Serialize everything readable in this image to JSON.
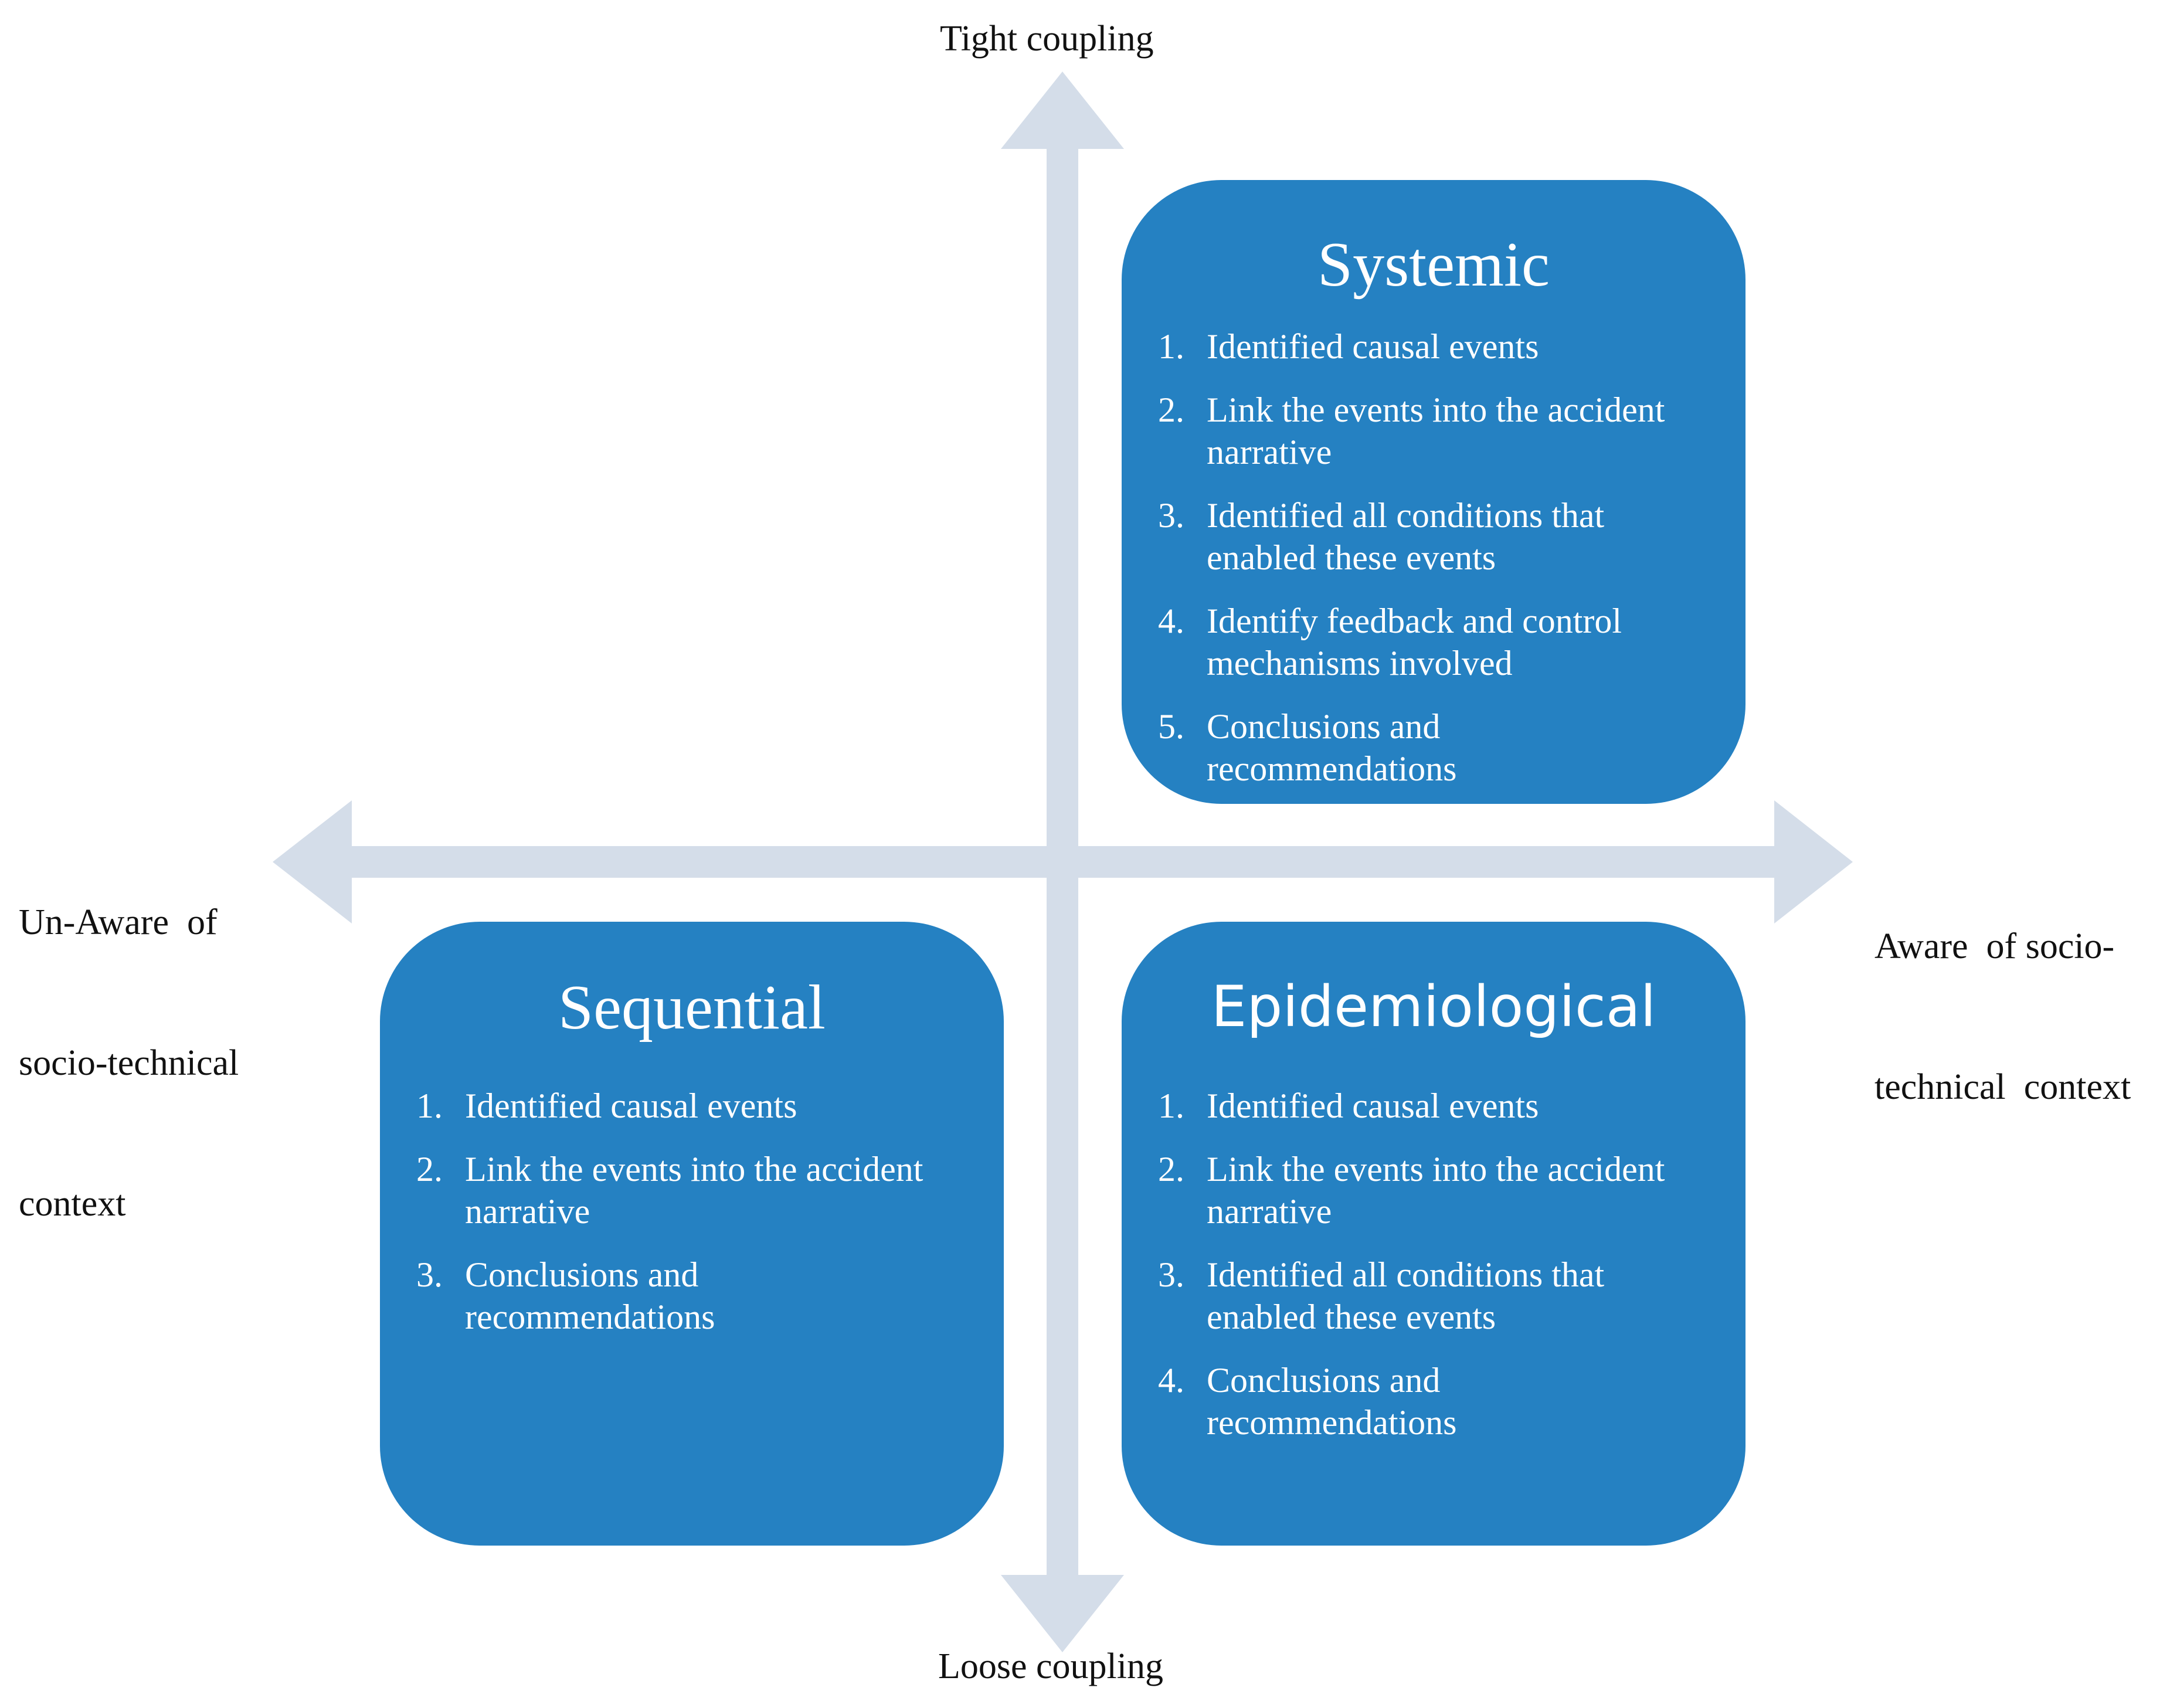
{
  "axes": {
    "top_label": "Tight coupling",
    "bottom_label": "Loose coupling",
    "left_label_lines": [
      "Un-Aware  of",
      "socio-technical",
      "context"
    ],
    "right_label_lines": [
      "Aware  of socio-",
      "technical  context"
    ],
    "color": "#d4dde9"
  },
  "quadrants": {
    "systemic": {
      "title": "Systemic",
      "steps": [
        {
          "num": "1.",
          "lines": [
            "Identified causal events"
          ]
        },
        {
          "num": "2.",
          "lines": [
            "Link the events into the accident",
            "narrative"
          ]
        },
        {
          "num": "3.",
          "lines": [
            "Identified all conditions that",
            "enabled these events"
          ]
        },
        {
          "num": "4.",
          "lines": [
            "Identify feedback and control",
            "mechanisms involved"
          ]
        },
        {
          "num": "5.",
          "lines": [
            "Conclusions and",
            "recommendations"
          ]
        }
      ]
    },
    "sequential": {
      "title": "Sequential",
      "steps": [
        {
          "num": "1.",
          "lines": [
            "Identified causal events"
          ]
        },
        {
          "num": "2.",
          "lines": [
            "Link the events into the accident",
            "narrative"
          ]
        },
        {
          "num": "3.",
          "lines": [
            "Conclusions and",
            "recommendations"
          ]
        }
      ]
    },
    "epidemiological": {
      "title": "Epidemiological",
      "steps": [
        {
          "num": "1.",
          "lines": [
            "Identified causal events"
          ]
        },
        {
          "num": "2.",
          "lines": [
            "Link the events into the accident",
            "narrative"
          ]
        },
        {
          "num": "3.",
          "lines": [
            "Identified all conditions that",
            "enabled these events"
          ]
        },
        {
          "num": "4.",
          "lines": [
            "Conclusions and",
            "recommendations"
          ]
        }
      ]
    },
    "box_color": "#2581c2"
  }
}
